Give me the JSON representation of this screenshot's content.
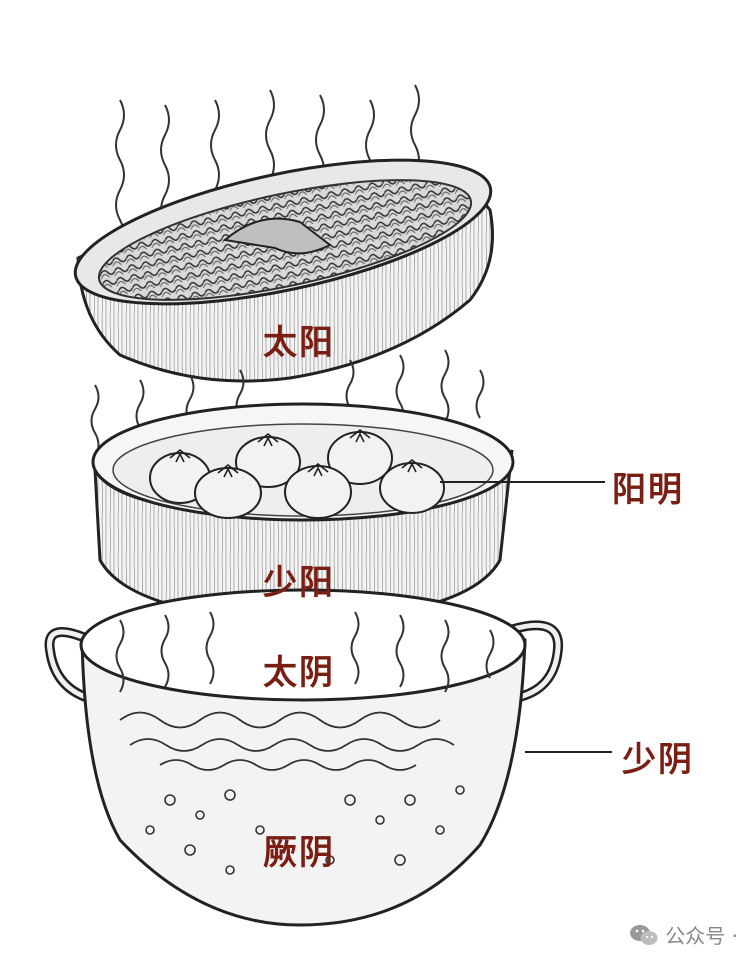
{
  "labels": {
    "tai_yang": "太阳",
    "yang_ming": "阳明",
    "shao_yang": "少阳",
    "tai_yin": "太阴",
    "shao_yin": "少阴",
    "jue_yin": "厥阴"
  },
  "watermark": {
    "text": "公众号 ·",
    "icon": "wechat-icon"
  },
  "colors": {
    "label": "#7a1d12",
    "ink": "#2a2a2a"
  }
}
